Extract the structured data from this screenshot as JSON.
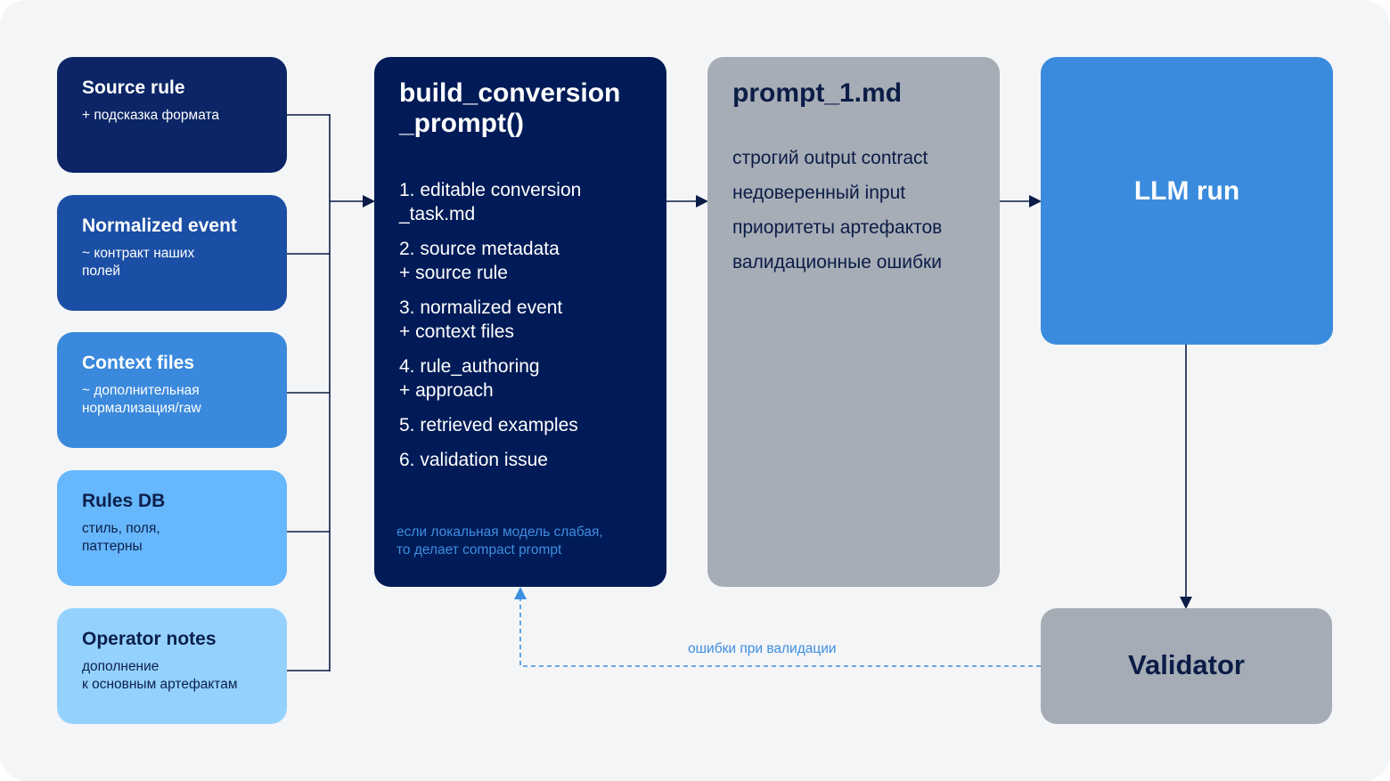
{
  "inputs": [
    {
      "title": "Source rule",
      "subtitle": "+ подсказка формата"
    },
    {
      "title": "Normalized event",
      "subtitle": "~ контракт наших\nполей"
    },
    {
      "title": "Context files",
      "subtitle": "~ дополнительная\nнормализация/raw"
    },
    {
      "title": "Rules DB",
      "subtitle": "стиль, поля,\nпаттерны"
    },
    {
      "title": "Operator notes",
      "subtitle": "дополнение\nк основным артефактам"
    }
  ],
  "builder": {
    "title": "build_conversion\n_prompt()",
    "steps": [
      "1. editable conversion\n_task.md",
      "2. source metadata\n+ source rule",
      "3. normalized event\n+ context files",
      "4. rule_authoring\n+ approach",
      "5. retrieved examples",
      "6. validation issue"
    ],
    "note": "если локальная модель слабая,\nто делает compact prompt"
  },
  "prompt": {
    "title": "prompt_1.md",
    "items": [
      "строгий output contract",
      "недоверенный input",
      "приоритеты артефактов",
      "валидационные ошибки"
    ]
  },
  "llm": {
    "title": "LLM run"
  },
  "validator": {
    "title": "Validator"
  },
  "feedback": {
    "label": "ошибки при валидации"
  },
  "colors": {
    "line": "#0b1c47",
    "feedback": "#3e8ee0",
    "background": "#f4f5f7"
  }
}
